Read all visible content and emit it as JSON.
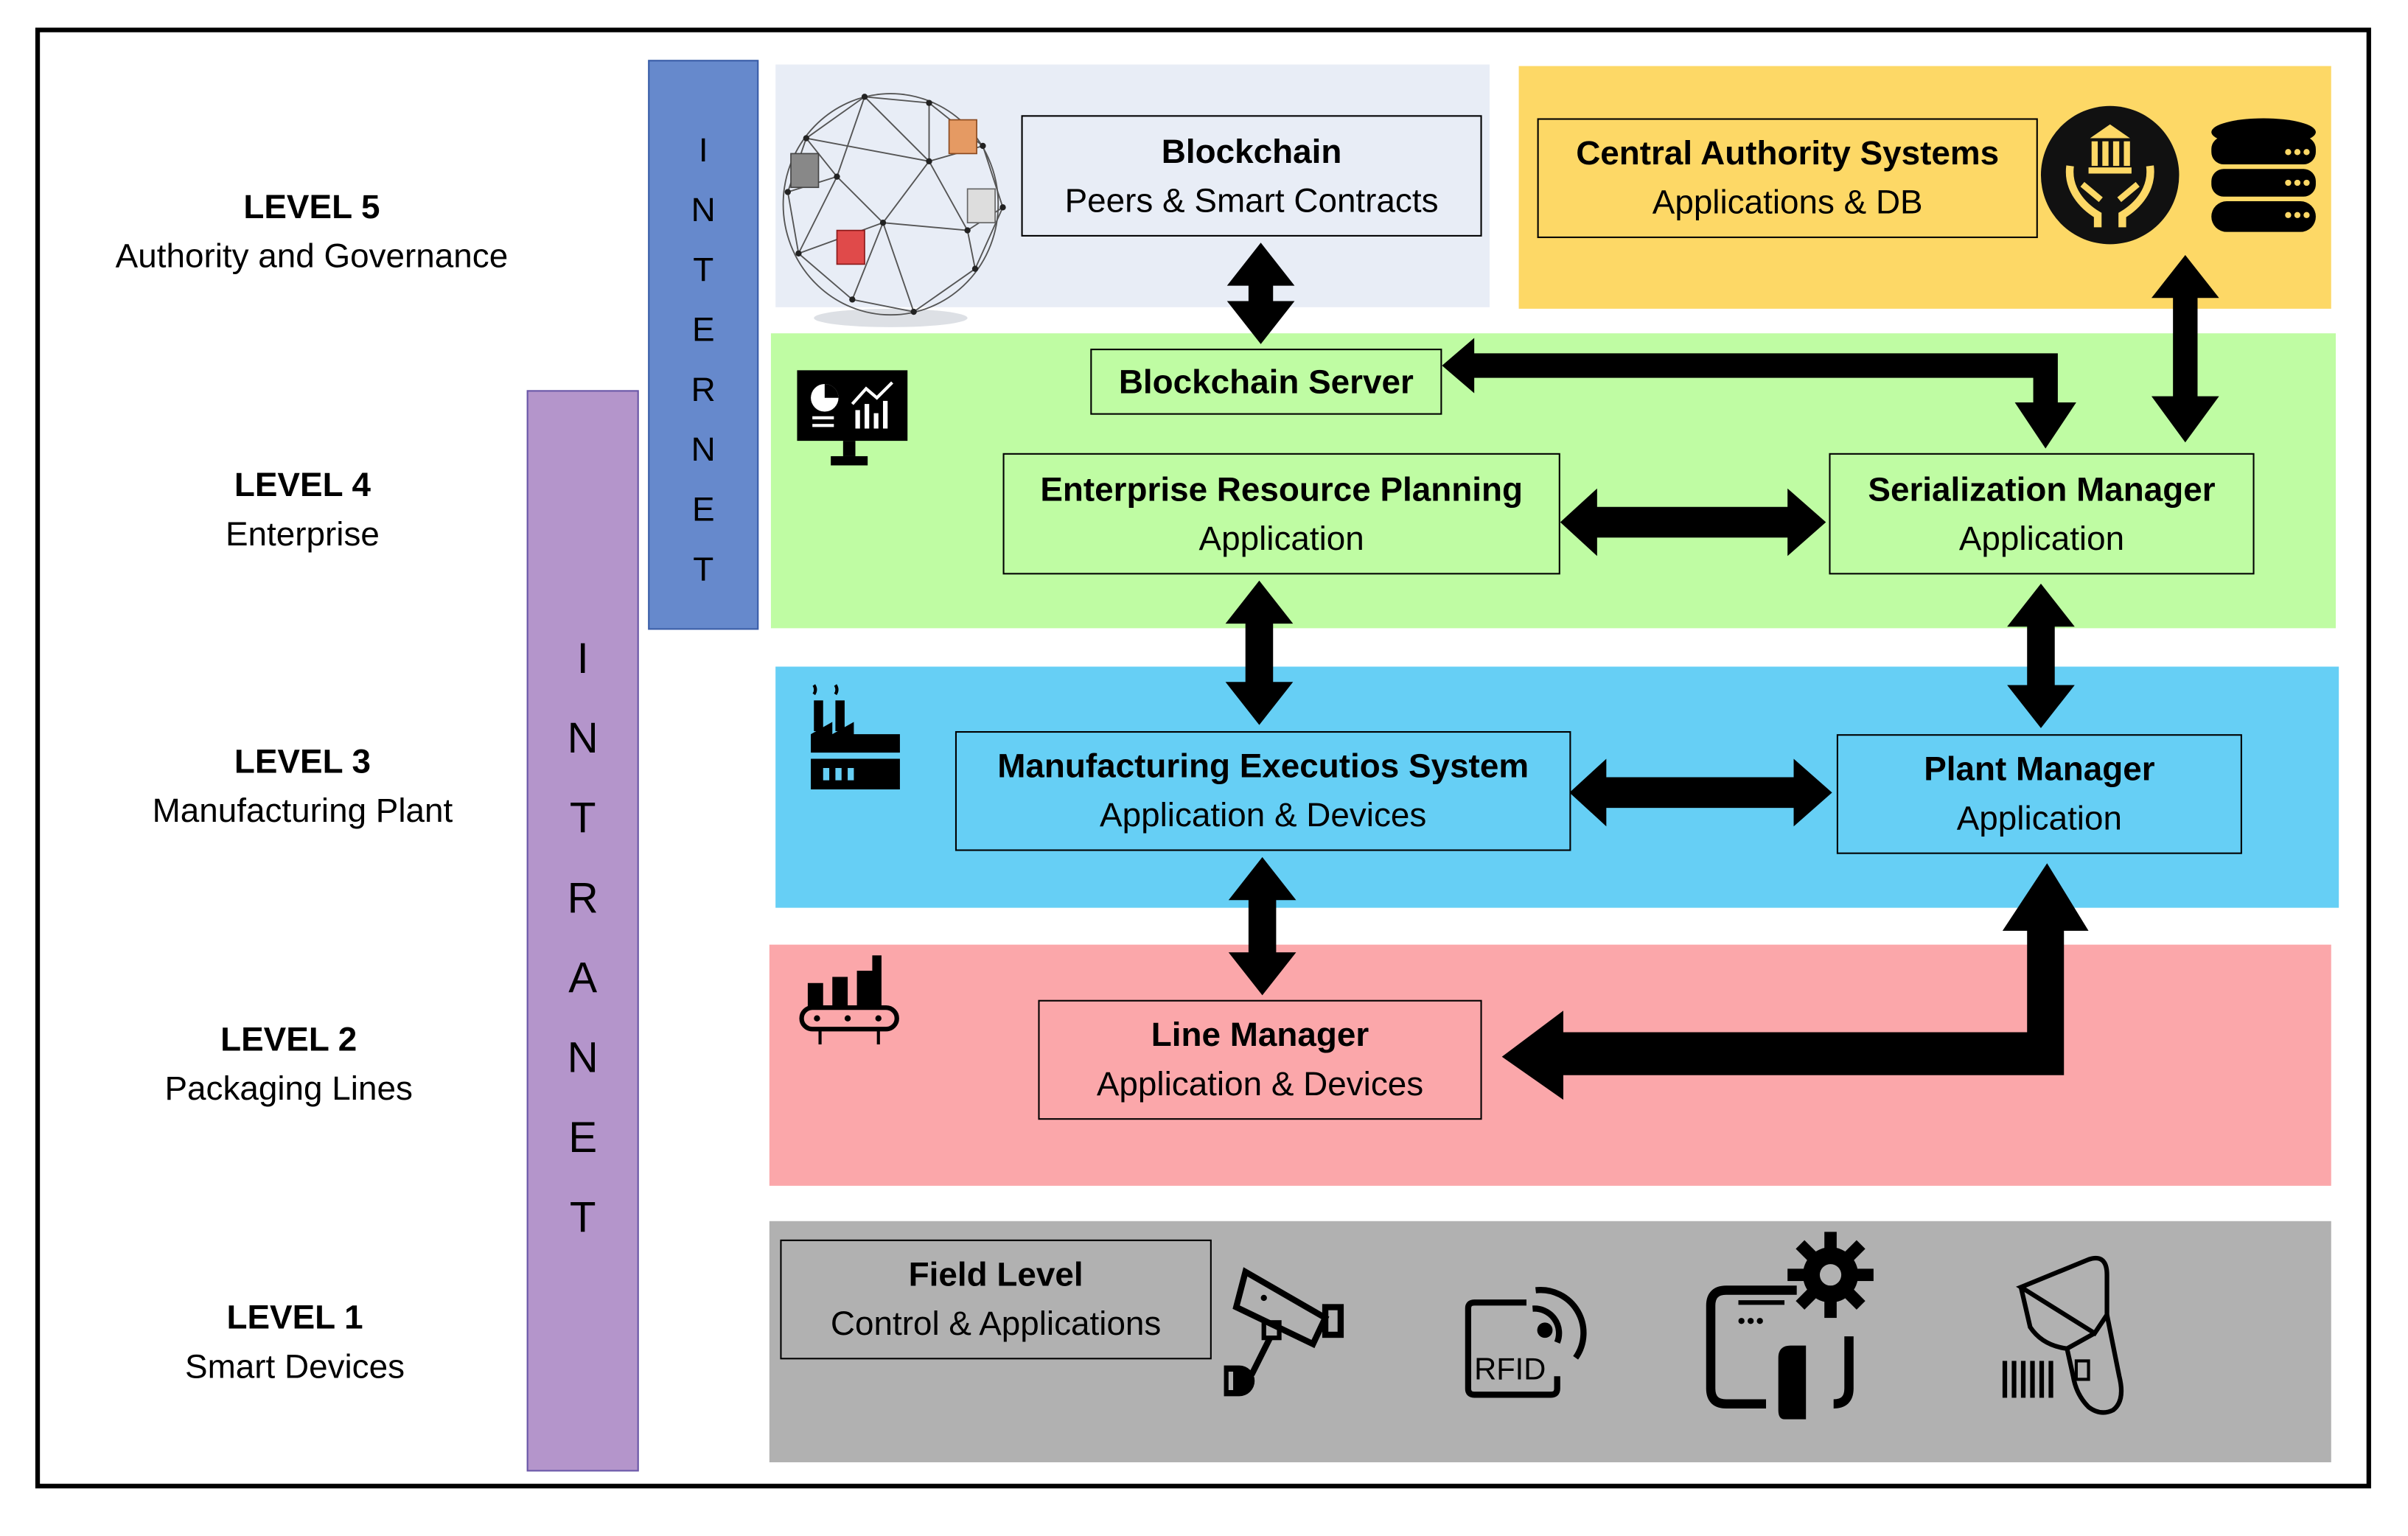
{
  "levels": [
    {
      "title": "LEVEL 5",
      "subtitle": "Authority and Governance"
    },
    {
      "title": "LEVEL 4",
      "subtitle": "Enterprise"
    },
    {
      "title": "LEVEL 3",
      "subtitle": "Manufacturing Plant"
    },
    {
      "title": "LEVEL 2",
      "subtitle": "Packaging Lines"
    },
    {
      "title": "LEVEL 1",
      "subtitle": "Smart Devices"
    }
  ],
  "networks": {
    "internet": [
      "I",
      "N",
      "T",
      "E",
      "R",
      "N",
      "E",
      "T"
    ],
    "intranet": [
      "I",
      "N",
      "T",
      "R",
      "A",
      "N",
      "E",
      "T"
    ]
  },
  "colors": {
    "internet_bar": "#6689CC",
    "intranet_bar": "#B495CB",
    "blockchain_band": "#E8EDF6",
    "authority_band": "#FDD866",
    "level4_band": "#BFFCA3",
    "level3_band": "#66CFF5",
    "level2_band": "#FBA7AA",
    "level1_band": "#B1B1B1"
  },
  "components": {
    "blockchain": {
      "title": "Blockchain",
      "subtitle": "Peers & Smart Contracts"
    },
    "central_authority": {
      "title": "Central Authority Systems",
      "subtitle": "Applications & DB"
    },
    "blockchain_server": {
      "title": "Blockchain Server"
    },
    "erp": {
      "title": "Enterprise Resource Planning",
      "subtitle": "Application"
    },
    "serialization_manager": {
      "title": "Serialization Manager",
      "subtitle": "Application"
    },
    "mes": {
      "title": "Manufacturing Executios System",
      "subtitle": "Application & Devices"
    },
    "plant_manager": {
      "title": "Plant Manager",
      "subtitle": "Application"
    },
    "line_manager": {
      "title": "Line Manager",
      "subtitle": "Application & Devices"
    },
    "field_level": {
      "title": "Field Level",
      "subtitle": "Control & Applications"
    }
  },
  "icons": {
    "level5_blockchain": "blockchain-network-globe-icon",
    "level5_authority": "governance-hands-building-icon",
    "level5_db": "database-server-icon",
    "level4": "monitor-analytics-icon",
    "level3": "factory-icon",
    "level2": "conveyor-belt-icon",
    "level1": [
      "security-camera-icon",
      "rfid-tag-icon",
      "control-panel-gear-icon",
      "barcode-scanner-icon"
    ],
    "rfid_text": "RFID"
  },
  "connections": [
    {
      "from": "blockchain",
      "to": "blockchain_server",
      "direction": "bidirectional"
    },
    {
      "from": "serialization_manager",
      "to": "blockchain_server",
      "direction": "bidirectional-elbow"
    },
    {
      "from": "central_authority",
      "to": "serialization_manager",
      "direction": "bidirectional"
    },
    {
      "from": "erp",
      "to": "serialization_manager",
      "direction": "bidirectional"
    },
    {
      "from": "erp",
      "to": "mes",
      "direction": "bidirectional"
    },
    {
      "from": "serialization_manager",
      "to": "plant_manager",
      "direction": "bidirectional"
    },
    {
      "from": "mes",
      "to": "plant_manager",
      "direction": "bidirectional"
    },
    {
      "from": "mes",
      "to": "line_manager",
      "direction": "bidirectional"
    },
    {
      "from": "plant_manager",
      "to": "line_manager",
      "direction": "bidirectional-elbow"
    }
  ]
}
